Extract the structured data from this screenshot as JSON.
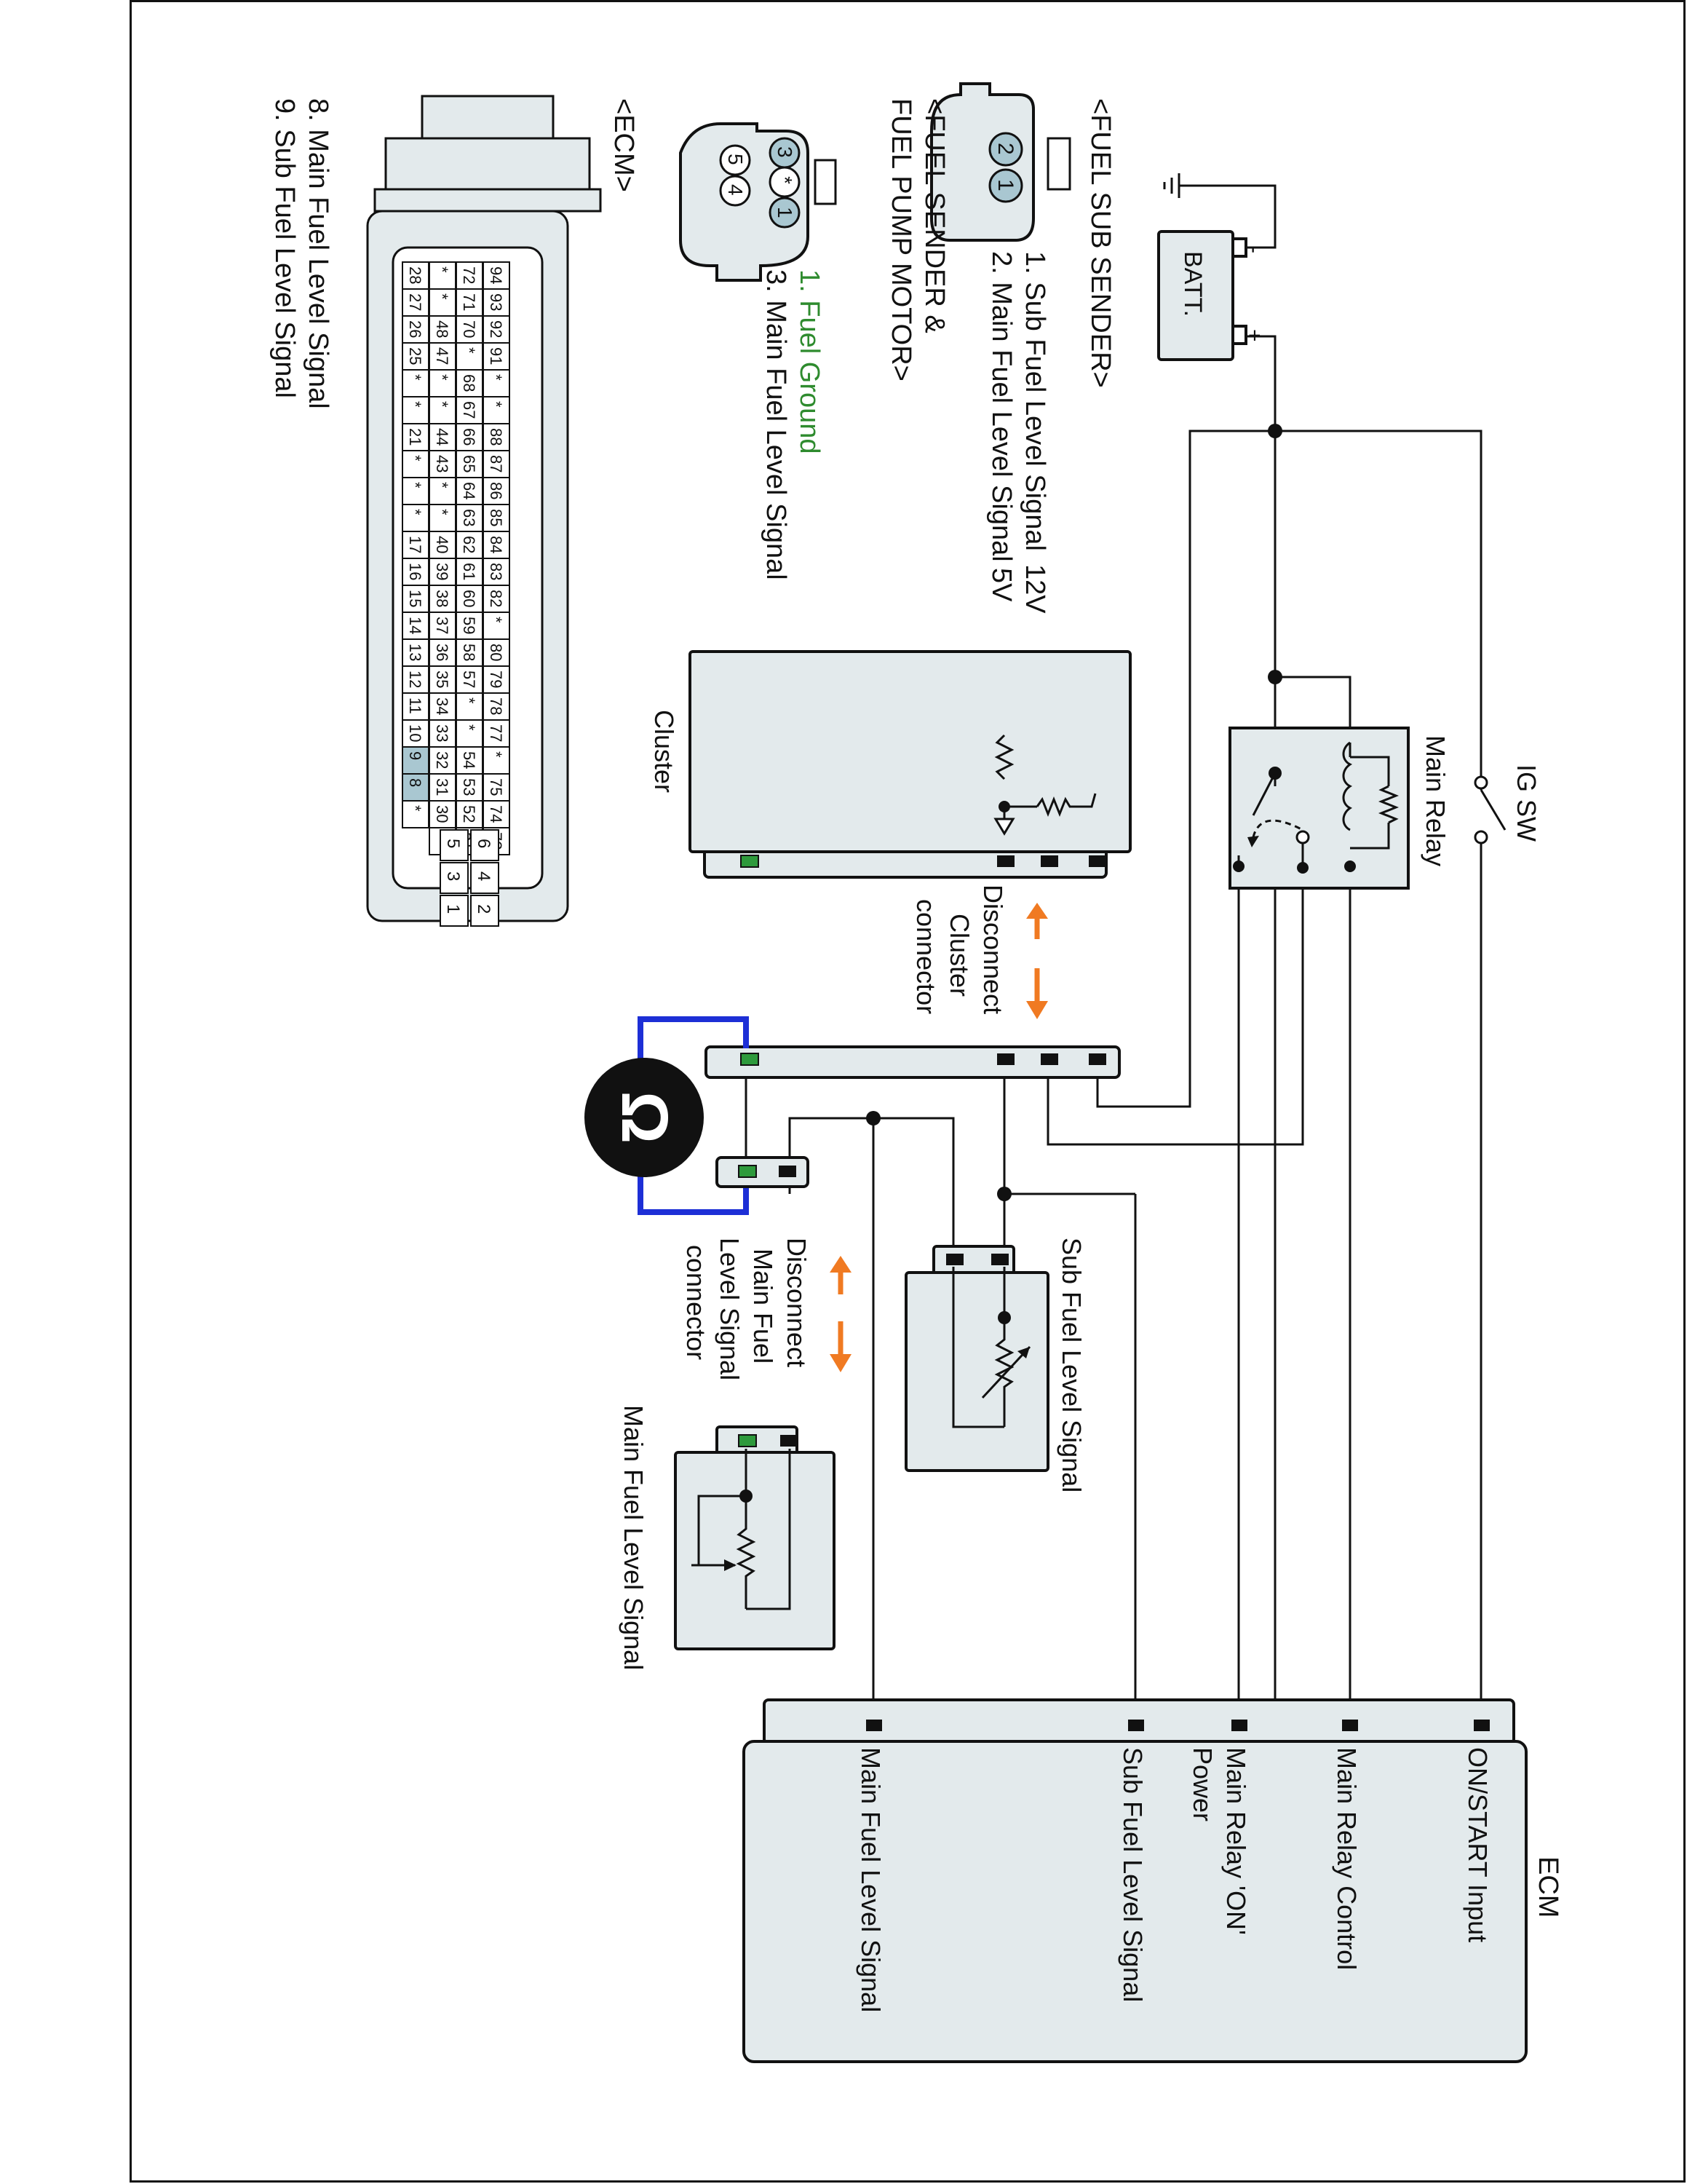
{
  "labels": {
    "ig_sw": "IG SW",
    "main_relay": "Main Relay",
    "batt": "BATT.",
    "batt_minus": "-",
    "batt_plus": "+",
    "cluster": "Cluster",
    "disconnect_cluster": [
      "Disconnect",
      "Cluster",
      "connector"
    ],
    "disconnect_main": [
      "Disconnect",
      "Main Fuel",
      "Level Signal",
      "connector"
    ],
    "sub_sender_title": "Sub Fuel Level Signal",
    "main_sender_title": "Main Fuel Level Signal",
    "ecm_title": "ECM",
    "ecm_pins": [
      "ON/START Input",
      "Main Relay Control",
      "Main Relay 'ON'",
      "Power",
      "Sub Fuel Level Signal",
      "Main Fuel Level Signal"
    ],
    "ohm_symbol": "Ω"
  },
  "legend": {
    "fuel_sub_sender": {
      "title": "<FUEL SUB SENDER>",
      "items": [
        "1. Sub Fuel Level Signal",
        "2. Main Fuel Level Signal"
      ],
      "voltage": "12V",
      "suffix": "5V",
      "pins": [
        "2",
        "1"
      ]
    },
    "fuel_sender_pump": {
      "title_lines": [
        "<FUEL SENDER &",
        "FUEL PUMP MOTOR>"
      ],
      "items": [
        "1. Fuel Ground",
        "3. Main Fuel Level Signal"
      ],
      "pins": [
        "3",
        "*",
        "1",
        "5",
        "4"
      ]
    },
    "ecm": {
      "title": "<ECM>",
      "items": [
        "8. Main Fuel Level Signal",
        "9. Sub Fuel Level Signal"
      ],
      "grid_rows": [
        [
          "94",
          "93",
          "92",
          "91",
          "*",
          "*",
          "88",
          "87",
          "86",
          "85",
          "84",
          "83",
          "82",
          "*",
          "80",
          "79",
          "78",
          "77",
          "*",
          "75",
          "74",
          "73"
        ],
        [
          "72",
          "71",
          "70",
          "*",
          "68",
          "67",
          "66",
          "65",
          "64",
          "63",
          "62",
          "61",
          "60",
          "59",
          "58",
          "57",
          "*",
          "*",
          "54",
          "53",
          "52",
          "51"
        ],
        [
          "*",
          "*",
          "48",
          "47",
          "*",
          "*",
          "44",
          "43",
          "*",
          "*",
          "40",
          "39",
          "38",
          "37",
          "36",
          "35",
          "34",
          "33",
          "32",
          "31",
          "30",
          "*"
        ],
        [
          "28",
          "27",
          "26",
          "25",
          "*",
          "*",
          "21",
          "*",
          "*",
          "*",
          "17",
          "16",
          "15",
          "14",
          "13",
          "12",
          "11",
          "10",
          "9",
          "8",
          "*"
        ]
      ],
      "small_connector": [
        [
          "6",
          "5"
        ],
        [
          "4",
          "3"
        ],
        [
          "2",
          "1"
        ]
      ]
    }
  },
  "colors": {
    "line": "#111111",
    "fill_light": "#e3eaec",
    "pin_highlight": "#a9c7d1",
    "ground_green": "#2e9a3c",
    "arrow_orange": "#f07a22",
    "meter_lead_blue": "#1d2fd6",
    "green_text": "#2e8b2e"
  }
}
